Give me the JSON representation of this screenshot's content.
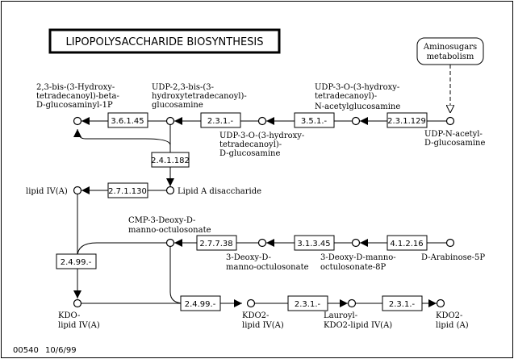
{
  "title": "LIPOPOLYSACCHARIDE BIOSYNTHESIS",
  "map_link": "Aminosugars metabolism",
  "footer": {
    "map_id": "00540",
    "date": "10/6/99"
  },
  "compounds": {
    "c1": [
      "2,3-bis-(3-Hydroxy-",
      "tetradecanoyl)-beta-",
      "D-glucosaminyl-1P"
    ],
    "c2": [
      "UDP-2,3-bis-(3-",
      "hydroxytetradecanoyl)-",
      "glucosamine"
    ],
    "c3": [
      "UDP-3-O-(3-hydroxy-",
      "tetradecanoyl)-",
      "D-glucosamine"
    ],
    "c4": [
      "UDP-3-O-(3-hydroxy-",
      "tetradecanoyl)-",
      "N-acetylglucosamine"
    ],
    "c5": [
      "UDP-N-acetyl-",
      "D-glucosamine"
    ],
    "c6": [
      "lipid IV(A)"
    ],
    "c7": [
      "Lipid A disaccharide"
    ],
    "c8": [
      "CMP-3-Deoxy-D-",
      "manno-octulosonate"
    ],
    "c9": [
      "3-Deoxy-D-",
      "manno-octulosonate"
    ],
    "c10": [
      "3-Deoxy-D-manno-",
      "octulosonate-8P"
    ],
    "c11": [
      "D-Arabinose-5P"
    ],
    "c12": [
      "KDO-",
      "lipid IV(A)"
    ],
    "c13": [
      "KDO2-",
      "lipid IV(A)"
    ],
    "c14": [
      "Lauroyl-",
      "KDO2-lipid IV(A)"
    ],
    "c15": [
      "KDO2-",
      "lipid (A)"
    ]
  },
  "enzymes": {
    "e1": "3.6.1.45",
    "e2": "2.3.1.-",
    "e3": "3.5.1.-",
    "e4": "2.3.1.129",
    "e5": "2.4.1.182",
    "e6": "2.7.1.130",
    "e7": "2.7.7.38",
    "e8": "3.1.3.45",
    "e9": "4.1.2.16",
    "e10": "2.4.99.-",
    "e11": "2.4.99.-",
    "e12": "2.3.1.-",
    "e13": "2.3.1.-"
  }
}
